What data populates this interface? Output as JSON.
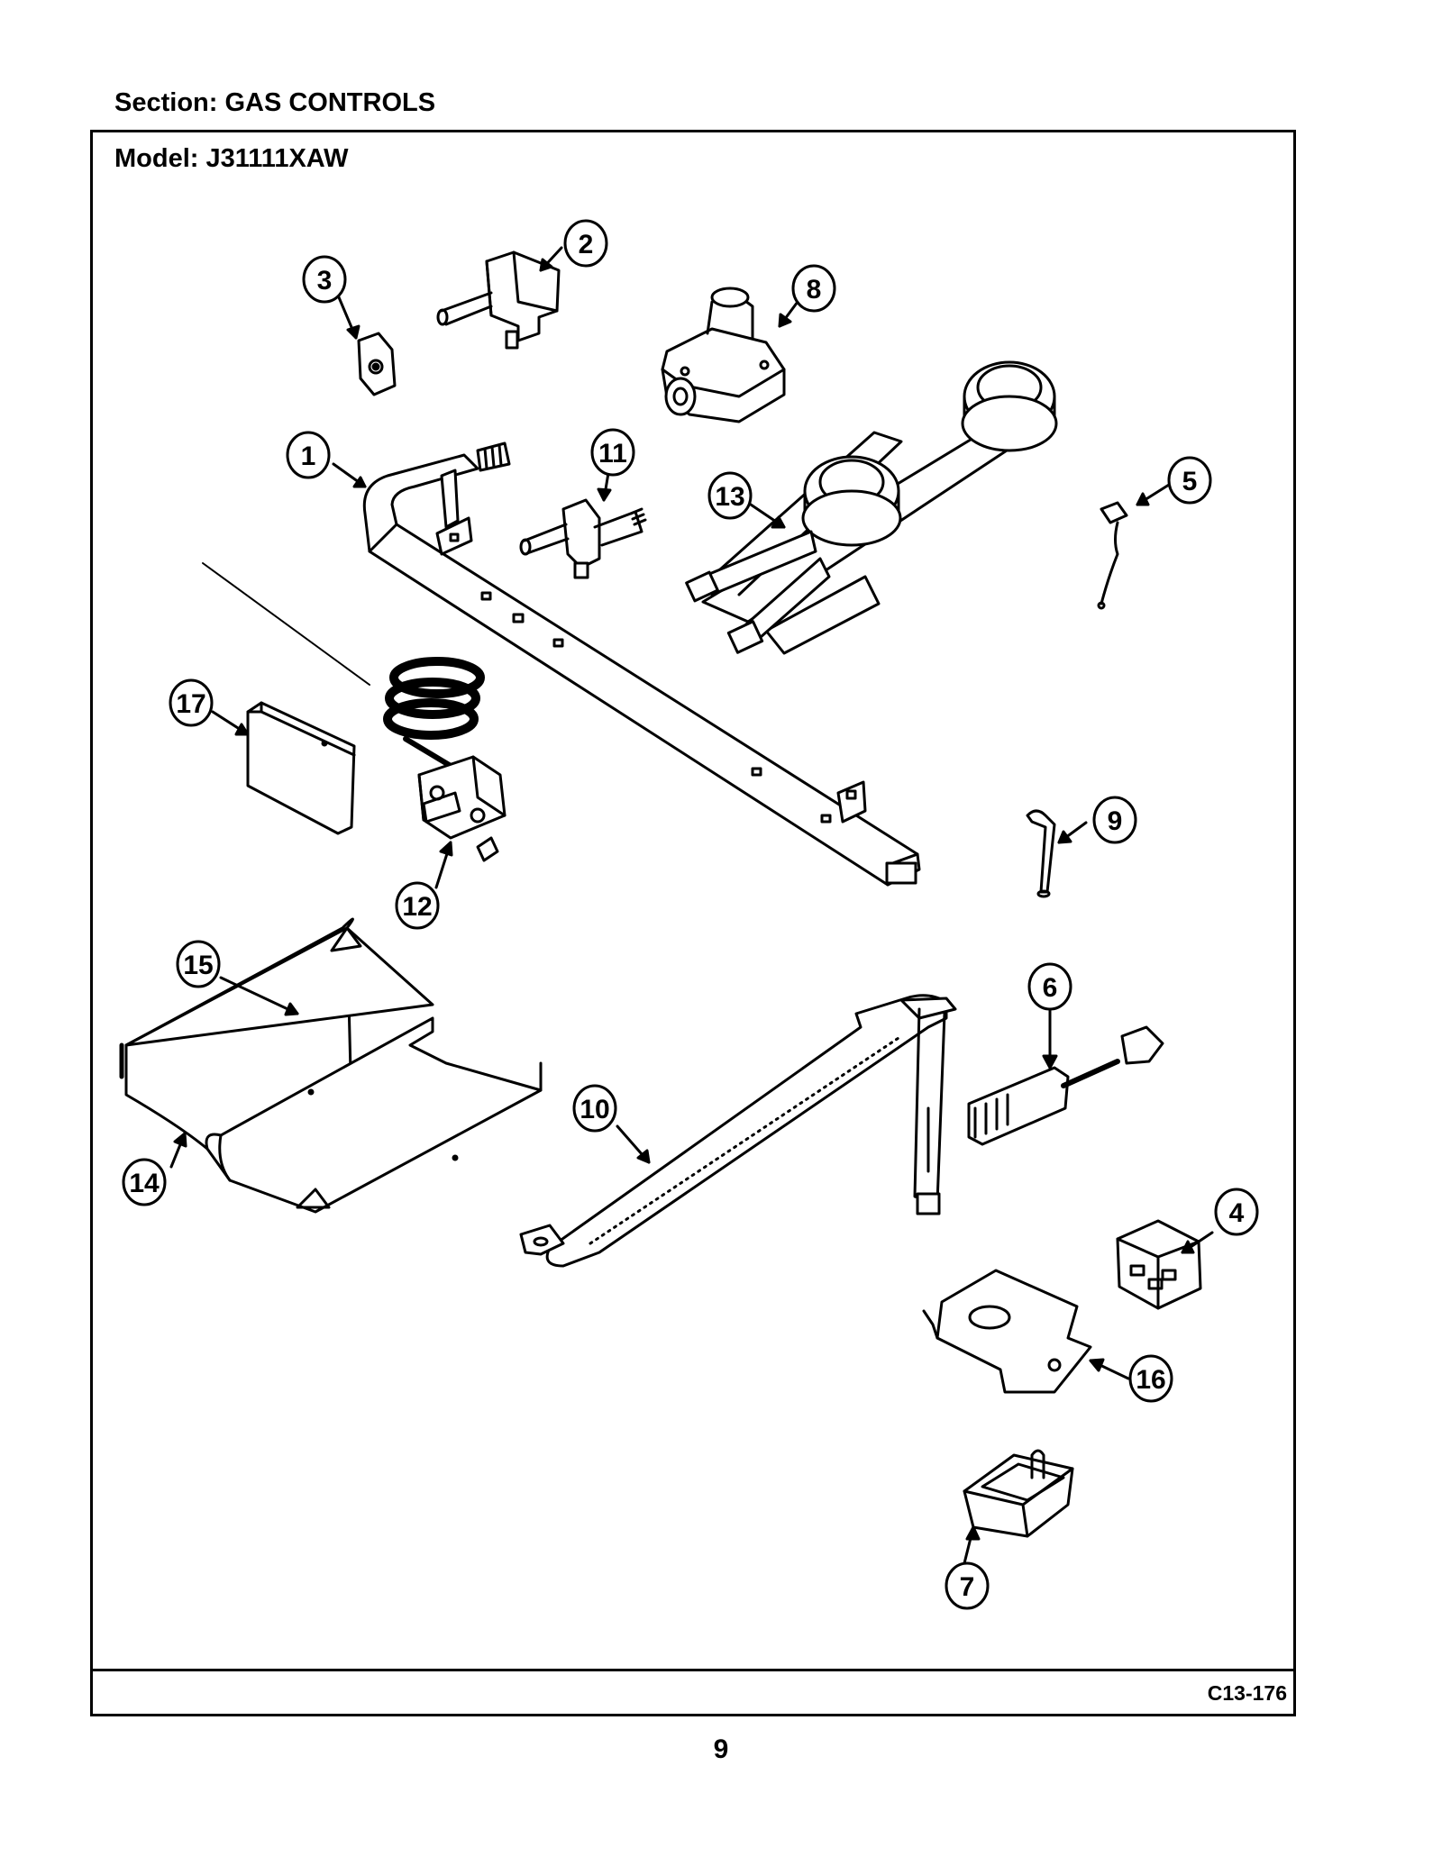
{
  "header": {
    "section": "Section:  GAS CONTROLS",
    "model": "Model:  J31111XAW"
  },
  "figure_code": "C13-176",
  "page_number": "9",
  "callouts": [
    {
      "id": "part-1",
      "label": "1"
    },
    {
      "id": "part-2",
      "label": "2"
    },
    {
      "id": "part-3",
      "label": "3"
    },
    {
      "id": "part-4",
      "label": "4"
    },
    {
      "id": "part-5",
      "label": "5"
    },
    {
      "id": "part-6",
      "label": "6"
    },
    {
      "id": "part-7",
      "label": "7"
    },
    {
      "id": "part-8",
      "label": "8"
    },
    {
      "id": "part-9",
      "label": "9"
    },
    {
      "id": "part-10",
      "label": "10"
    },
    {
      "id": "part-11",
      "label": "11"
    },
    {
      "id": "part-12",
      "label": "12"
    },
    {
      "id": "part-13",
      "label": "13"
    },
    {
      "id": "part-14",
      "label": "14"
    },
    {
      "id": "part-15",
      "label": "15"
    },
    {
      "id": "part-16",
      "label": "16"
    },
    {
      "id": "part-17",
      "label": "17"
    }
  ]
}
